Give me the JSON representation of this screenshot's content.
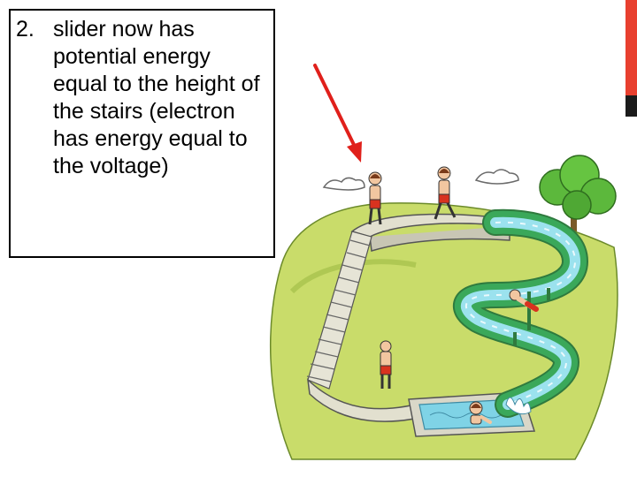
{
  "slide": {
    "bullet_number": "2.",
    "bullet_text": "slider now has potential energy equal to the height of the stairs (electron has energy equal to the voltage)"
  },
  "colors": {
    "accent_red": "#e8402f",
    "accent_dark": "#1b1b1b",
    "arrow": "#e0201b",
    "slide_green": "#3aa85a",
    "water": "#7fd3e6",
    "grass": "#c9dc6a"
  },
  "icons": {
    "arrow": "red-arrow-icon",
    "illustration": "water-slide-illustration"
  }
}
